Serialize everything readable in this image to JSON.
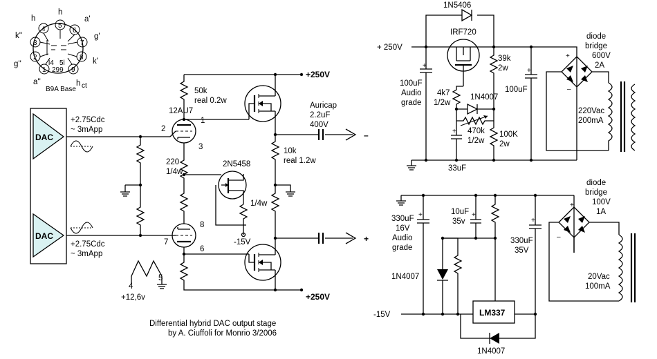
{
  "tube_base": {
    "title": "B9A  Base",
    "pins": [
      "1",
      "2",
      "3",
      "4",
      "5",
      "6",
      "7",
      "8",
      "9"
    ],
    "labels": {
      "h_top": "h",
      "h_mid": "h",
      "a1": "a'",
      "g1": "g'",
      "k1": "k'",
      "hct": "h",
      "hct_sub": "ct",
      "k2": "k''",
      "g2": "g''",
      "a2": "a''"
    },
    "inner_labels": [
      "l4",
      "5l",
      "299"
    ]
  },
  "dac_blocks": [
    {
      "label": "DAC",
      "bias": "+2.75Cdc",
      "current": "~ 3mApp"
    },
    {
      "label": "DAC",
      "bias": "+2.75Cdc",
      "current": "~ 3mApp"
    }
  ],
  "tube": {
    "name": "12AU7",
    "pins_top": [
      "2",
      "1",
      "3"
    ],
    "pins_bottom": [
      "7",
      "8",
      "6"
    ]
  },
  "labels": {
    "r_plate_value": "50k",
    "r_plate_real": "real 0.2w",
    "r_cathode_value": "220",
    "r_cathode_power": "1/4w",
    "jfet": "2N5458",
    "jfet_r_power": "1/4w",
    "neg15": "-15V",
    "pos250_top": "+250V",
    "pos250_bottom": "+250V",
    "auricap": "Auricap",
    "cap_value": "2.2uF",
    "cap_voltage": "400V",
    "r_source_value": "10k",
    "r_source_real": "real 1.2w",
    "out_minus": "–",
    "out_plus": "+",
    "heater_pin4": "4",
    "heater_pin5": "5",
    "heater_voltage": "+12,6v"
  },
  "psu_hv": {
    "diode_top": "1N5406",
    "mosfet": "IRF720",
    "supply": "+ 250V",
    "cap_main_value": "100uF",
    "cap_main_desc1": "Audio",
    "cap_main_desc2": "grade",
    "r_39k": "39k",
    "r_39k_power": "2w",
    "cap_right": "100uF",
    "bridge1": "diode",
    "bridge2": "bridge",
    "bridge3": "600V",
    "bridge4": "2A",
    "r_4k7": "4k7",
    "r_4k7_power": "1/2w",
    "diode_mid": "1N4007",
    "r_470k": "470k",
    "r_470k_power": "1/2w",
    "r_100k": "100K",
    "r_100k_power": "2w",
    "cap_33": "33uF",
    "xfmr1": "220Vac",
    "xfmr2": "200mA"
  },
  "psu_neg": {
    "cap_330_value": "330uF",
    "cap_330_v": "16V",
    "cap_330_d1": "Audio",
    "cap_330_d2": "grade",
    "cap_10": "10uF",
    "cap_10_v": "35v",
    "cap_330b": "330uF",
    "cap_330b_v": "35V",
    "bridge1": "diode",
    "bridge2": "bridge",
    "bridge3": "100V",
    "bridge4": "1A",
    "diode_left": "1N4007",
    "supply": "-15V",
    "regulator": "LM337",
    "diode_bottom": "1N4007",
    "xfmr1": "20Vac",
    "xfmr2": "100mA"
  },
  "caption": {
    "line1": "Differential hybrid DAC output stage",
    "line2": "by A. Ciuffoli for Monrio 3/2006"
  }
}
